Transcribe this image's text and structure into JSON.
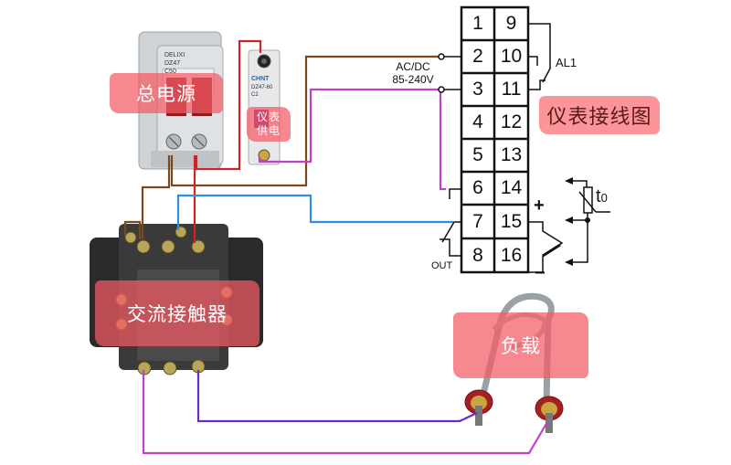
{
  "diagram": {
    "title": "仪表接线图",
    "labels": {
      "main_power": "总电源",
      "meter_power_line1": "仪表",
      "meter_power_line2": "供电",
      "contactor": "交流接触器",
      "load": "负载",
      "wiring_diagram": "仪表接线图"
    },
    "supply": {
      "line1": "AC/DC",
      "line2": "85-240V"
    },
    "alarm_label": "AL1",
    "output_label": "OUT",
    "sensor_label": "t",
    "sensor_sub": "0",
    "polarity": {
      "plus": "+",
      "minus": "−"
    },
    "breaker_main": {
      "brand": "DELIXI",
      "model": "DZ47",
      "rating": "C50"
    },
    "breaker_meter": {
      "brand": "CHNT",
      "model": "DZ47-60",
      "rating": "C2"
    },
    "terminals": {
      "left": [
        "1",
        "2",
        "3",
        "4",
        "5",
        "6",
        "7",
        "8"
      ],
      "right": [
        "9",
        "10",
        "11",
        "12",
        "13",
        "14",
        "15",
        "16"
      ]
    },
    "wire_colors": {
      "brown": "#7a4a1e",
      "red": "#d4202a",
      "blue": "#2f8ee0",
      "magenta": "#c040c8",
      "purple": "#6a2ad0",
      "black": "#222222"
    },
    "connections": [
      {
        "from": "总电源 terminal L",
        "to": "terminal 2",
        "color": "brown"
      },
      {
        "from": "总电源 terminal N",
        "to": "仪表供电 top",
        "color": "red"
      },
      {
        "from": "仪表供电 bottom",
        "to": "terminal 3",
        "color": "magenta"
      },
      {
        "from": "terminal 3",
        "to": "terminal 6",
        "color": "magenta"
      },
      {
        "from": "terminal 7",
        "to": "交流接触器 coil",
        "color": "blue"
      },
      {
        "from": "总电源 terminal N",
        "to": "交流接触器 input",
        "color": "red"
      },
      {
        "from": "交流接触器 output 1",
        "to": "负载 terminal 2",
        "color": "magenta"
      },
      {
        "from": "交流接触器 output 3",
        "to": "负载 terminal 1",
        "color": "purple"
      }
    ]
  }
}
